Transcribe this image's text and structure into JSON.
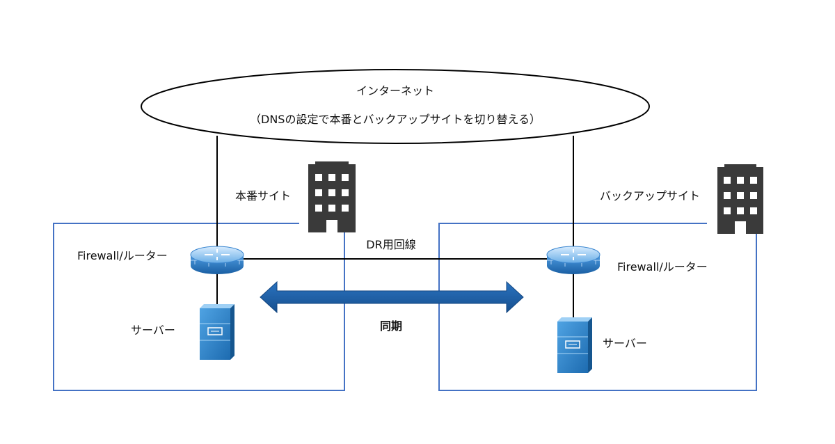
{
  "internet": {
    "title": "インターネット",
    "note": "（DNSの設定で本番とバックアップサイトを切り替える）"
  },
  "primary_site": {
    "label": "本番サイト",
    "router_label": "Firewall/ルーター",
    "server_label": "サーバー",
    "building_icon": "office-building-icon",
    "router_icon": "firewall-router-icon",
    "server_icon": "server-icon"
  },
  "backup_site": {
    "label": "バックアップサイト",
    "router_label": "Firewall/ルーター",
    "server_label": "サーバー",
    "building_icon": "office-building-icon",
    "router_icon": "firewall-router-icon",
    "server_icon": "server-icon"
  },
  "links": {
    "dr_line_label": "DR用回線",
    "sync_label": "同期"
  },
  "colors": {
    "site_border": "#4472c4",
    "sync_arrow": "#1f5fa8",
    "device_blue": "#2f7fbf",
    "building": "#3a3a3a",
    "line": "#000000"
  }
}
